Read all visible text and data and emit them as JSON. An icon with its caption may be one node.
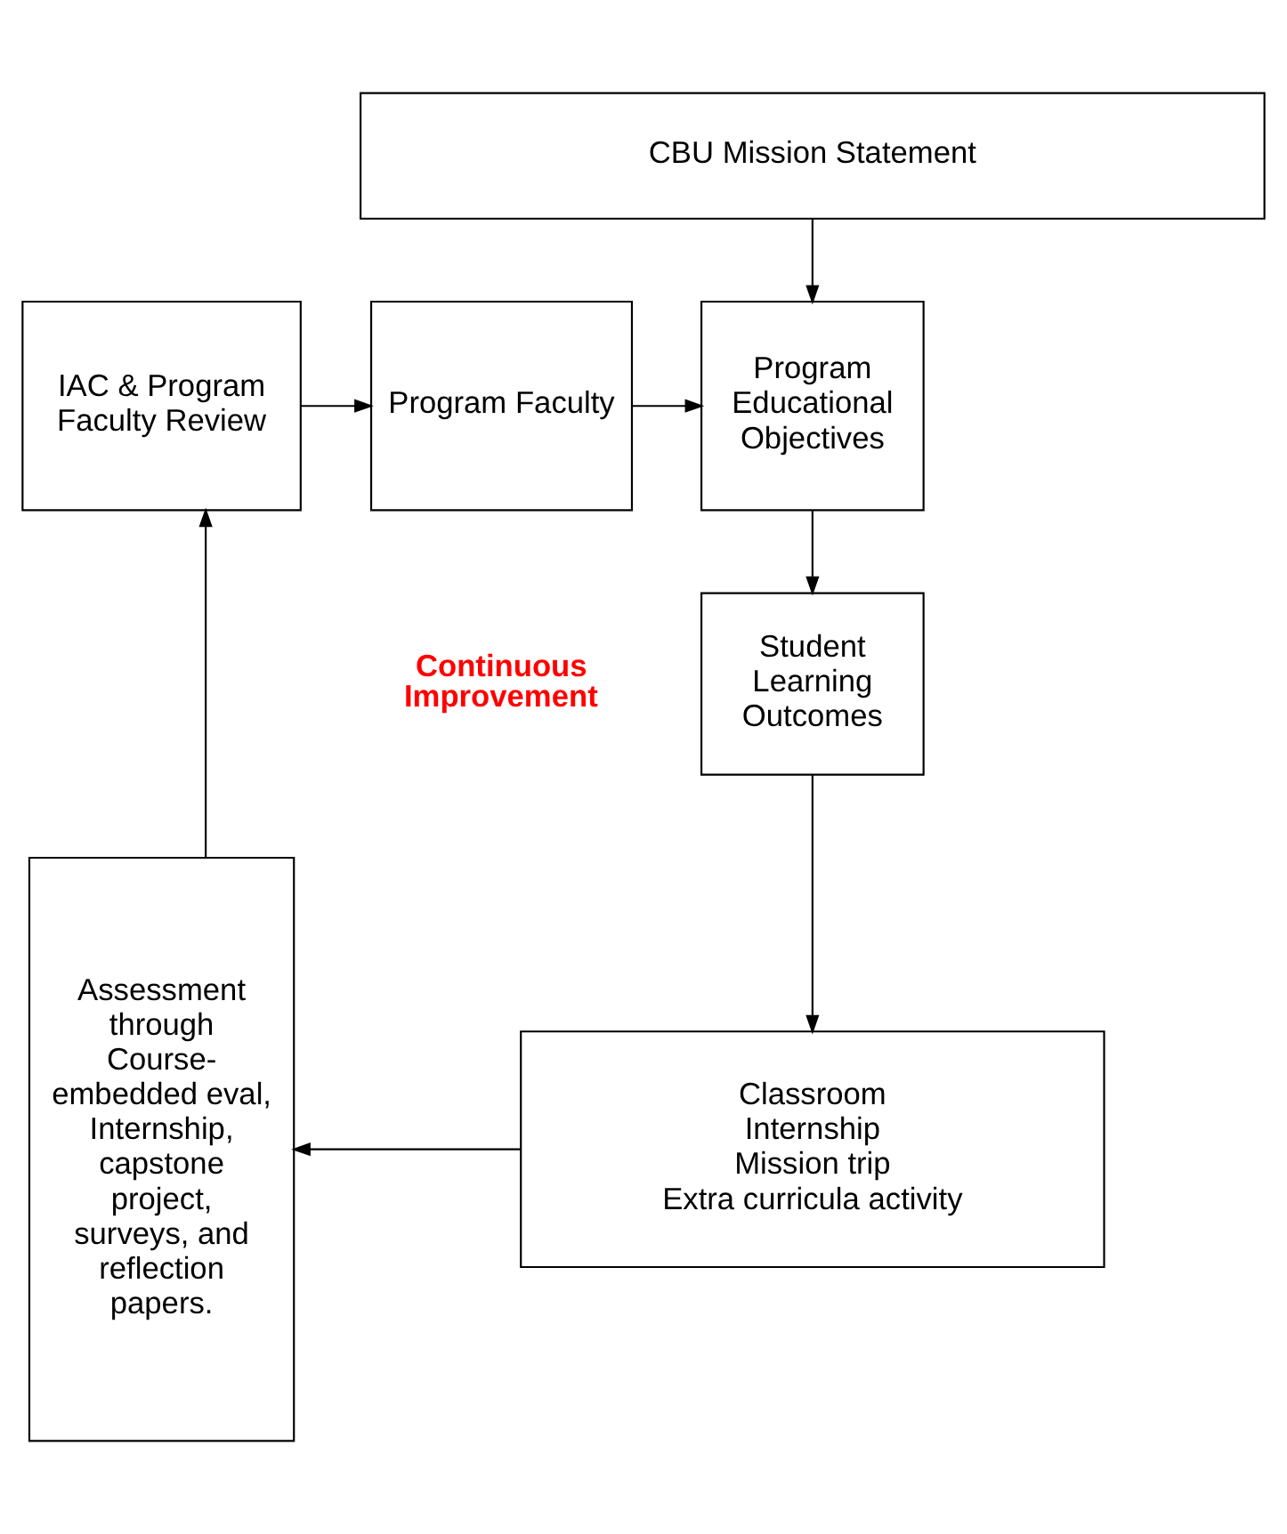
{
  "diagram": {
    "nodes": [
      {
        "text": [
          "CBU Mission Statement"
        ]
      },
      {
        "text": [
          "IAC & Program Faculty Review"
        ]
      },
      {
        "text": [
          "Program Faculty"
        ]
      },
      {
        "text": [
          "Program Educational Objectives"
        ]
      },
      {
        "text": [
          "Student Learning Outcomes"
        ]
      },
      {
        "text": [
          "Classroom",
          "Internship",
          "Mission trip",
          "Extra curricula activity"
        ]
      },
      {
        "text": [
          "Assessment through Course-embedded eval, Internship, capstone project, surveys, and reflection papers."
        ]
      }
    ],
    "edges": [
      {
        "from": 0,
        "to": 3,
        "arrow": "to"
      },
      {
        "from": 1,
        "to": 2,
        "arrow": "to"
      },
      {
        "from": 2,
        "to": 3,
        "arrow": "to"
      },
      {
        "from": 3,
        "to": 4,
        "arrow": "to"
      },
      {
        "from": 4,
        "to": 5,
        "arrow": "to"
      },
      {
        "from": 5,
        "to": 6,
        "arrow": "to"
      },
      {
        "from": 6,
        "to": 1,
        "arrow": "to"
      }
    ],
    "labels": [
      "Continuous Improvement"
    ]
  }
}
